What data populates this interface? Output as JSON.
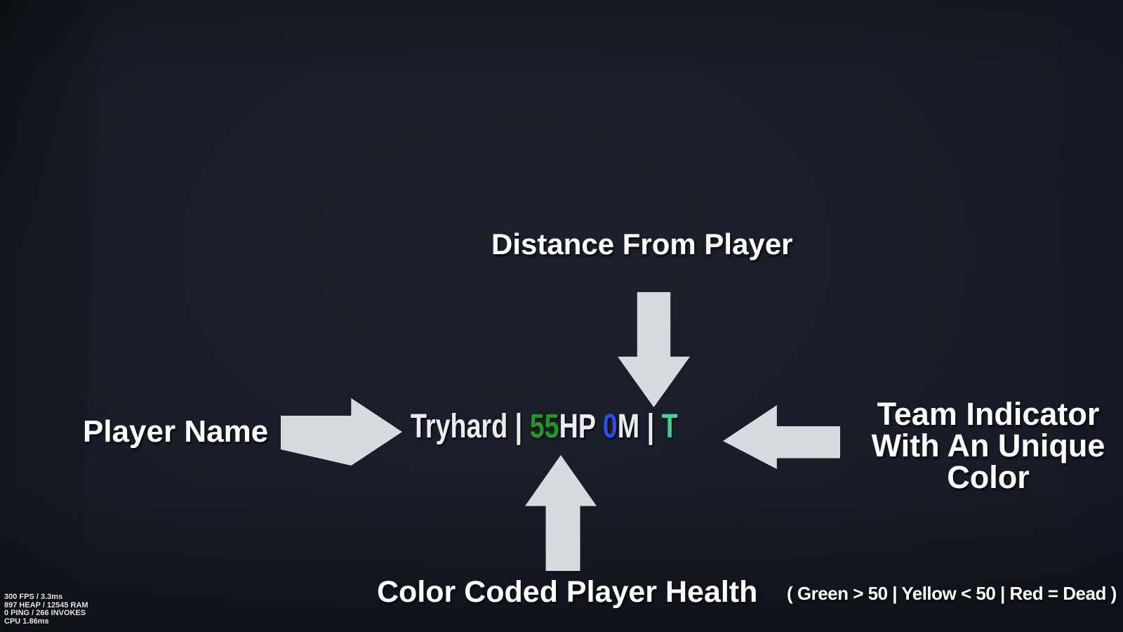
{
  "colors": {
    "health": "#1f9a22",
    "distance": "#2a4ff0",
    "team": "#45d195",
    "esp_text": "#ececf0",
    "arrow": "#d7dade",
    "label_text": "#ffffff"
  },
  "esp": {
    "name": "Tryhard",
    "sep1": " | ",
    "health_value": "55",
    "health_unit": "HP",
    "gap": " ",
    "distance_value": "0",
    "distance_unit": "M",
    "sep2": " | ",
    "team_letter": "T"
  },
  "annotations": {
    "distance_label": "Distance From Player",
    "player_name_label": "Player Name",
    "team_label_line1": "Team Indicator",
    "team_label_line2": "With An Unique",
    "team_label_line3": "Color",
    "health_label": "Color Coded Player Health",
    "health_legend": "( Green > 50 | Yellow < 50 | Red = Dead )"
  },
  "debug_overlay": {
    "line1": "300 FPS / 3.3ms",
    "line2": "897 HEAP / 12545 RAM",
    "line3": "0 PING / 266 INVOKES",
    "line4": "CPU 1.86ms"
  }
}
